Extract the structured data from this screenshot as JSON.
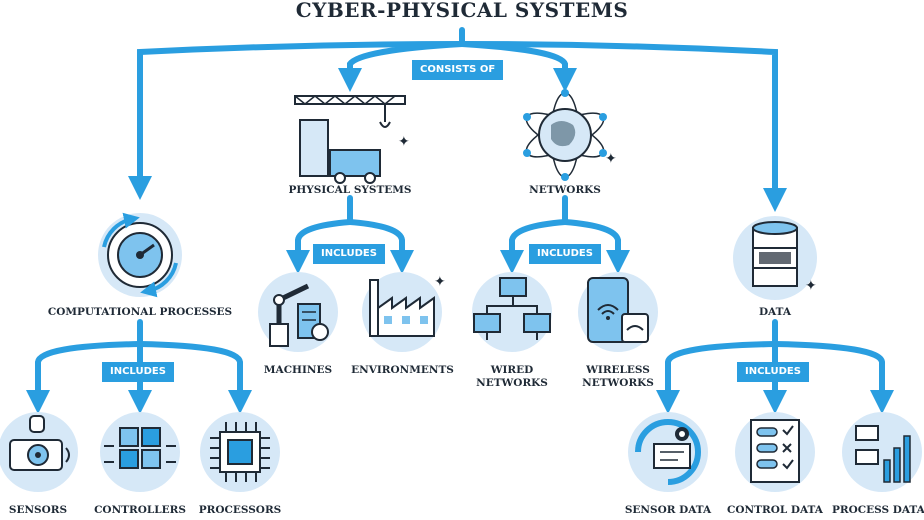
{
  "title": "CYBER-PHYSICAL SYSTEMS",
  "colors": {
    "arrow": "#2a9ee0",
    "badge": "#2a9ee0",
    "circle": "#d6e8f7",
    "ink": "#1f2a36"
  },
  "badges": {
    "consists_of": "CONSISTS OF",
    "physical_includes": "INCLUDES",
    "networks_includes": "INCLUDES",
    "computational_includes": "INCLUDES",
    "data_includes": "INCLUDES"
  },
  "nodes": {
    "computational_processes": {
      "label": "COMPUTATIONAL PROCESSES",
      "icon": "gauge-gear-icon"
    },
    "physical_systems": {
      "label": "PHYSICAL SYSTEMS",
      "icon": "factory-crane-icon"
    },
    "networks": {
      "label": "NETWORKS",
      "icon": "globe-network-icon"
    },
    "data": {
      "label": "DATA",
      "icon": "database-icon"
    },
    "machines": {
      "label": "MACHINES",
      "icon": "robot-arm-icon"
    },
    "environments": {
      "label": "ENVIRONMENTS",
      "icon": "factory-icon"
    },
    "wired_networks": {
      "label_line1": "WIRED",
      "label_line2": "NETWORKS",
      "icon": "monitors-icon"
    },
    "wireless_networks": {
      "label_line1": "WIRELESS",
      "label_line2": "NETWORKS",
      "icon": "wifi-devices-icon"
    },
    "sensors": {
      "label": "SENSORS",
      "icon": "sensor-camera-icon"
    },
    "controllers": {
      "label": "CONTROLLERS",
      "icon": "cubes-icon"
    },
    "processors": {
      "label": "PROCESSORS",
      "icon": "chip-icon"
    },
    "sensor_data": {
      "label": "SENSOR DATA",
      "icon": "gear-screen-icon"
    },
    "control_data": {
      "label": "CONTROL DATA",
      "icon": "checklist-icon"
    },
    "process_data": {
      "label": "PROCESS DATA",
      "icon": "bar-chart-icon"
    }
  }
}
